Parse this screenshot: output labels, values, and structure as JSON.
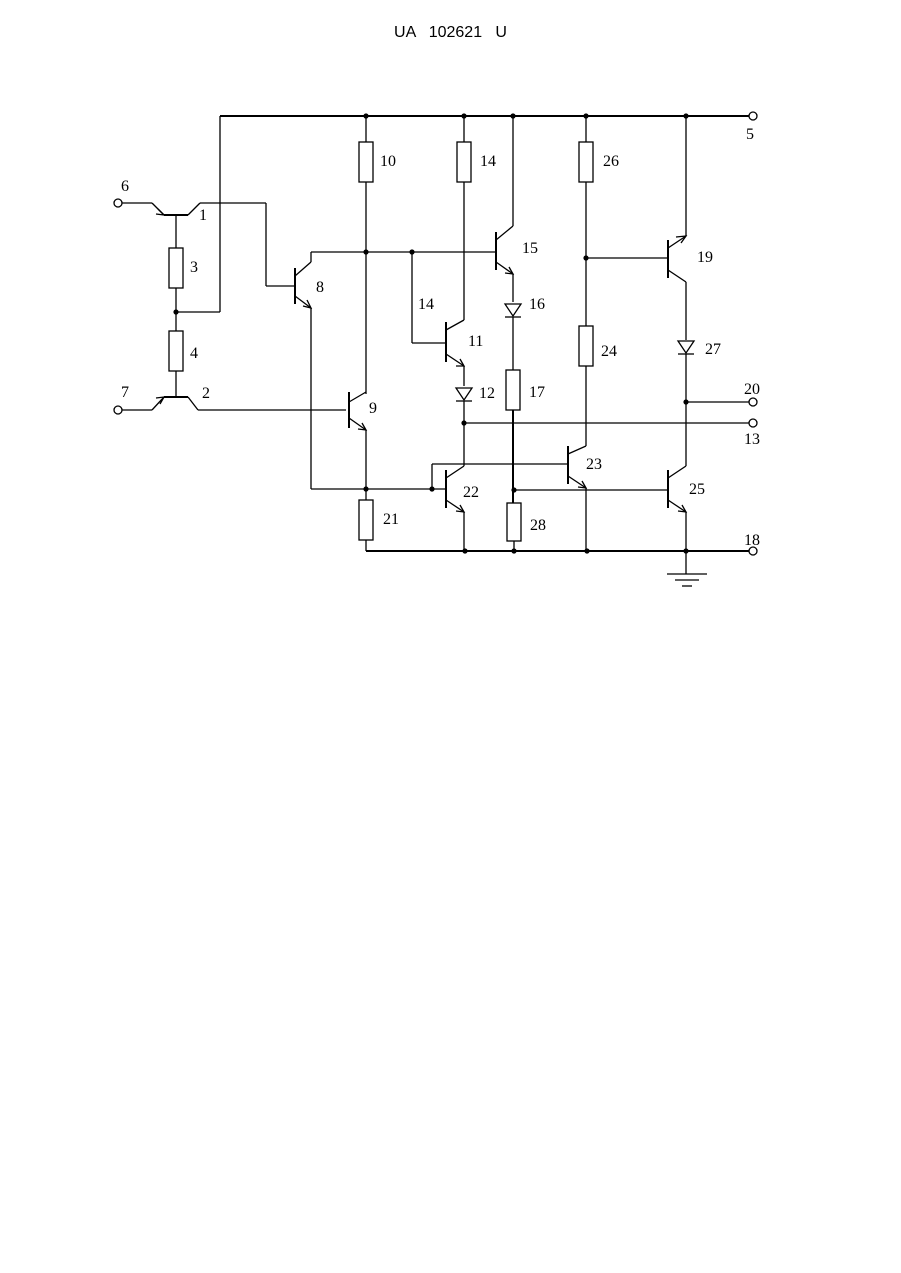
{
  "header": {
    "publication_number": "UA   102621   U"
  },
  "labels": {
    "l1": "1",
    "l2": "2",
    "l3": "3",
    "l4": "4",
    "l5": "5",
    "l6": "6",
    "l7": "7",
    "l8": "8",
    "l9": "9",
    "l10": "10",
    "l11": "11",
    "l12": "12",
    "l13": "13",
    "l14a": "14",
    "l14b": "14",
    "l15": "15",
    "l16": "16",
    "l17": "17",
    "l18": "18",
    "l19": "19",
    "l20": "20",
    "l21": "21",
    "l22": "22",
    "l23": "23",
    "l24": "24",
    "l25": "25",
    "l26": "26",
    "l27": "27",
    "l28": "28"
  }
}
